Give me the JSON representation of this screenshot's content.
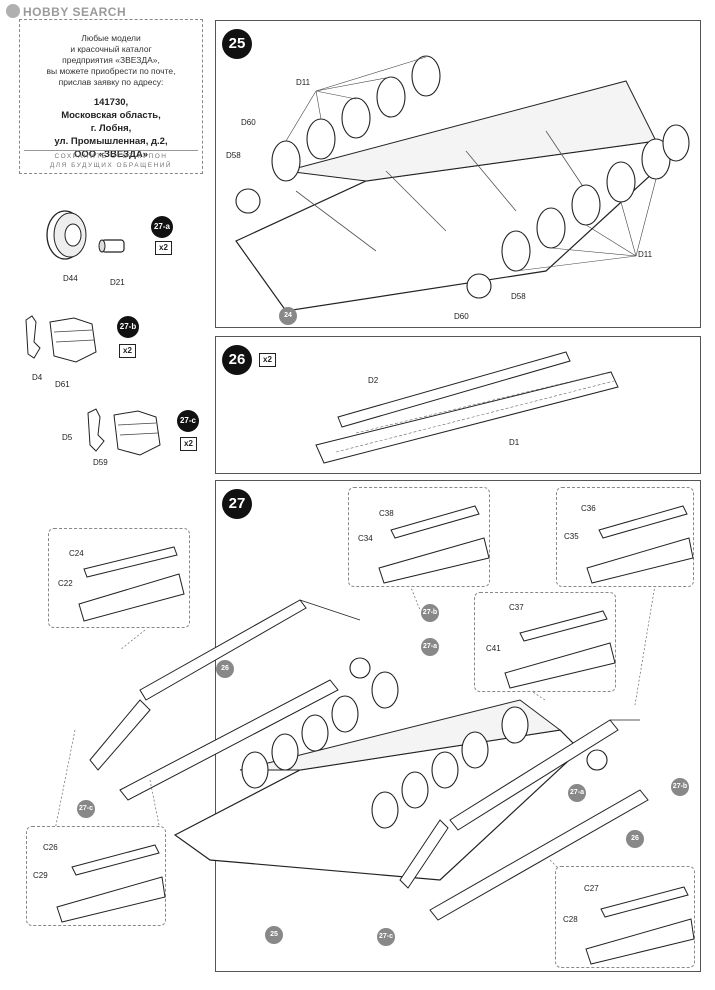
{
  "watermark": {
    "brand": "HOBBY SEARCH"
  },
  "coupon": {
    "lines": [
      "Любые модели",
      "и красочный каталог",
      "предприятия «ЗВЕЗДА»,",
      "вы можете приобрести по почте,",
      "прислав заявку по адресу:"
    ],
    "address": [
      "141730,",
      "Московская область,",
      "г. Лобня,",
      "ул. Промышленная, д.2,",
      "ООО «ЗВЕЗДА»"
    ],
    "footer": [
      "СОХРАНИТЕ ЭТОТ КУПОН",
      "ДЛЯ БУДУЩИХ ОБРАЩЕНИЙ"
    ]
  },
  "substeps": [
    {
      "id": "27-a",
      "qty": "x2",
      "parts": [
        "D44",
        "D21"
      ]
    },
    {
      "id": "27-b",
      "qty": "x2",
      "parts": [
        "D4",
        "D61"
      ]
    },
    {
      "id": "27-c",
      "qty": "x2",
      "parts": [
        "D5",
        "D59"
      ]
    }
  ],
  "step25": {
    "number": "25",
    "parts": [
      "D11",
      "D60",
      "D58",
      "D11",
      "D58",
      "D60"
    ],
    "ref": "24"
  },
  "step26": {
    "number": "26",
    "qty": "x2",
    "parts": [
      "D2",
      "D1"
    ]
  },
  "step27": {
    "number": "27",
    "callouts": [
      {
        "parts": [
          "C24",
          "C22"
        ]
      },
      {
        "parts": [
          "C38",
          "C34"
        ]
      },
      {
        "parts": [
          "C36",
          "C35"
        ]
      },
      {
        "parts": [
          "C37",
          "C41"
        ]
      },
      {
        "parts": [
          "C26",
          "C29"
        ]
      },
      {
        "parts": [
          "C27",
          "C28"
        ]
      }
    ],
    "refs": [
      "27-b",
      "27-a",
      "26",
      "27-c",
      "27-a",
      "27-b",
      "26",
      "25",
      "27-c"
    ]
  }
}
